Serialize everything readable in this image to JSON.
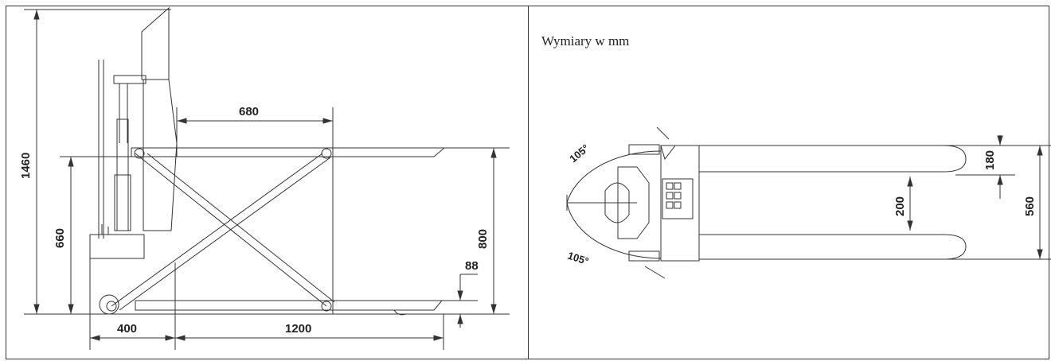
{
  "caption": "Wymiary w  mm",
  "side_view": {
    "dims": {
      "total_height": "1460",
      "platform_low_height": "660",
      "platform_high_height": "800",
      "platform_length_top": "680",
      "rear_length": "400",
      "fork_length": "1200",
      "fork_height": "88"
    }
  },
  "top_view": {
    "dims": {
      "angle_top": "105°",
      "angle_bottom": "105°",
      "fork_width": "180",
      "fork_gap": "200",
      "overall_width": "560"
    }
  }
}
